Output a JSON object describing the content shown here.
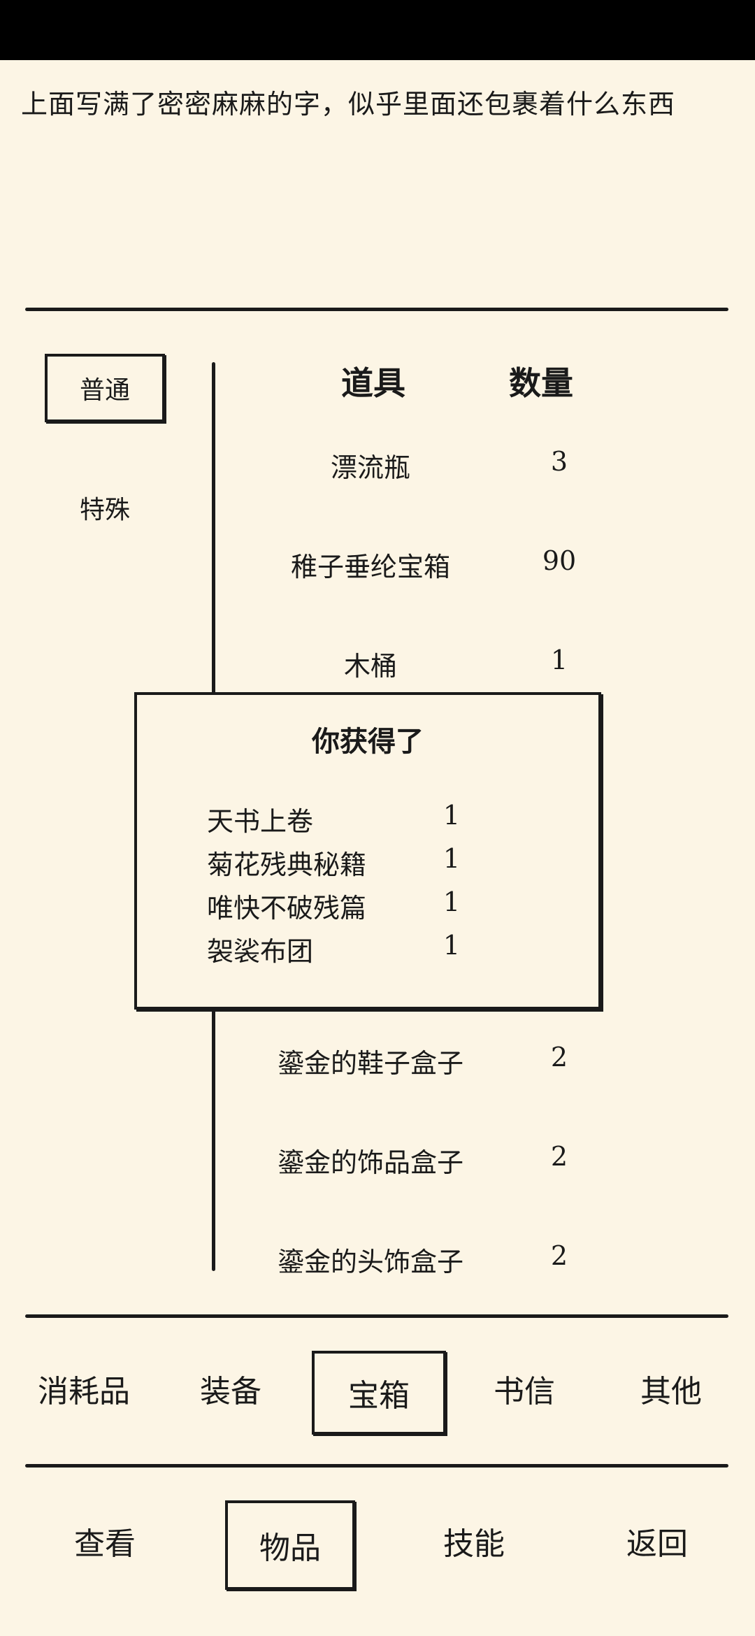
{
  "description": "上面写满了密密麻麻的字，似乎里面还包裹着什么东西",
  "category_tabs": [
    "普通",
    "特殊"
  ],
  "selected_category": "普通",
  "table": {
    "header_item": "道具",
    "header_count": "数量",
    "rows": [
      {
        "name": "漂流瓶",
        "count": "3"
      },
      {
        "name": "稚子垂纶宝箱",
        "count": "90"
      },
      {
        "name": "木桶",
        "count": "1"
      },
      {
        "name": "",
        "count": ""
      },
      {
        "name": "",
        "count": ""
      },
      {
        "name": "",
        "count": ""
      },
      {
        "name": "鎏金的鞋子盒子",
        "count": "2"
      },
      {
        "name": "鎏金的饰品盒子",
        "count": "2"
      },
      {
        "name": "鎏金的头饰盒子",
        "count": "2"
      }
    ]
  },
  "popup": {
    "title": "你获得了",
    "items": [
      {
        "name": "天书上卷",
        "count": "1"
      },
      {
        "name": "菊花残典秘籍",
        "count": "1"
      },
      {
        "name": "唯快不破残篇",
        "count": "1"
      },
      {
        "name": "袈裟布团",
        "count": "1"
      }
    ]
  },
  "item_tabs": [
    "消耗品",
    "装备",
    "宝箱",
    "书信",
    "其他"
  ],
  "selected_item_tab": "宝箱",
  "bottom_nav": [
    "查看",
    "物品",
    "技能",
    "返回"
  ],
  "selected_nav": "物品",
  "colors": {
    "background": "#fcf5e5",
    "ink": "#1a1a1a",
    "statusbar": "#000000"
  }
}
